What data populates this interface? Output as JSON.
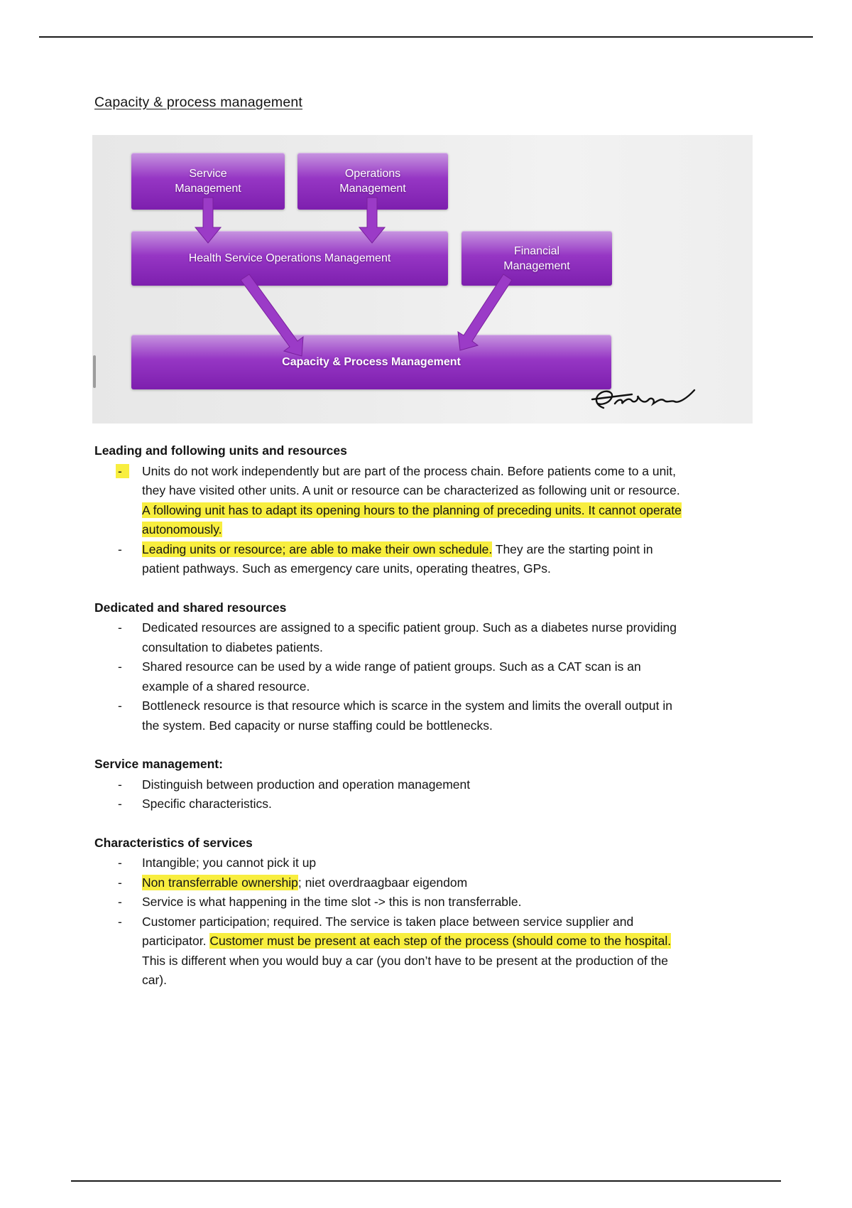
{
  "page": {
    "title": "Capacity & process management"
  },
  "colors": {
    "highlight": "#f8ee3f",
    "box_purple_light": "#c795e0",
    "box_purple": "#9636c4",
    "box_purple_dark": "#7d1fae",
    "arrow_purple": "#9b3bc7",
    "diagram_bg": "#ececec"
  },
  "bullet_marker": "-",
  "diagram": {
    "boxes": [
      {
        "label": "Service Management"
      },
      {
        "label": "Operations Management"
      },
      {
        "label": "Health Service Operations Management"
      },
      {
        "label": "Financial Management"
      },
      {
        "label": "Capacity & Process Management"
      }
    ],
    "signature": "Erasmus"
  },
  "sections": [
    {
      "heading": "Leading and following units and resources",
      "bullets": [
        {
          "marker_highlight": true,
          "segments": [
            {
              "t": "Units do not work independently but are part of the process chain. Before patients come to a unit, they have visited other units. A unit or resource can be characterized as following unit or resource. ",
              "h": false
            },
            {
              "t": "A following unit has to adapt its opening hours to the planning of preceding units. It cannot operate autonomously.",
              "h": true
            }
          ]
        },
        {
          "marker_highlight": false,
          "segments": [
            {
              "t": "Leading units or resource; are able to make their own schedule.",
              "h": true
            },
            {
              "t": " They are the starting point in patient pathways. Such as emergency care units, operating theatres, GPs.",
              "h": false
            }
          ]
        }
      ]
    },
    {
      "heading": "Dedicated and shared resources",
      "bullets": [
        {
          "marker_highlight": false,
          "segments": [
            {
              "t": "Dedicated resources are assigned to a specific patient group. Such as a diabetes nurse providing consultation to diabetes patients.",
              "h": false
            }
          ]
        },
        {
          "marker_highlight": false,
          "segments": [
            {
              "t": "Shared resource can be used by a wide range of patient groups. Such as a CAT scan is an example of a shared resource.",
              "h": false
            }
          ]
        },
        {
          "marker_highlight": false,
          "segments": [
            {
              "t": "Bottleneck resource is that resource which is scarce in the system and limits the overall output in the system. Bed capacity or nurse staffing could be bottlenecks.",
              "h": false
            }
          ]
        }
      ]
    },
    {
      "heading": "Service management:",
      "bullets": [
        {
          "marker_highlight": false,
          "segments": [
            {
              "t": "Distinguish between production and operation management",
              "h": false
            }
          ]
        },
        {
          "marker_highlight": false,
          "segments": [
            {
              "t": "Specific characteristics.",
              "h": false
            }
          ]
        }
      ]
    },
    {
      "heading": "Characteristics of services",
      "bullets": [
        {
          "marker_highlight": false,
          "segments": [
            {
              "t": "Intangible; you cannot pick it up",
              "h": false
            }
          ]
        },
        {
          "marker_highlight": false,
          "segments": [
            {
              "t": "Non transferrable ownership",
              "h": true
            },
            {
              "t": "; niet overdraagbaar eigendom",
              "h": false
            }
          ]
        },
        {
          "marker_highlight": false,
          "segments": [
            {
              "t": "Service is what happening in the time slot -> this is non transferrable.",
              "h": false
            }
          ]
        },
        {
          "marker_highlight": false,
          "segments": [
            {
              "t": "Customer participation; required. The service is taken place between service supplier and participator.  ",
              "h": false
            },
            {
              "t": "Customer must be present at each step of the process (should come to the hospital.",
              "h": true
            },
            {
              "t": " This is different when you would buy a car (you don’t have to be present at the production of the car).",
              "h": false
            }
          ]
        }
      ]
    }
  ]
}
